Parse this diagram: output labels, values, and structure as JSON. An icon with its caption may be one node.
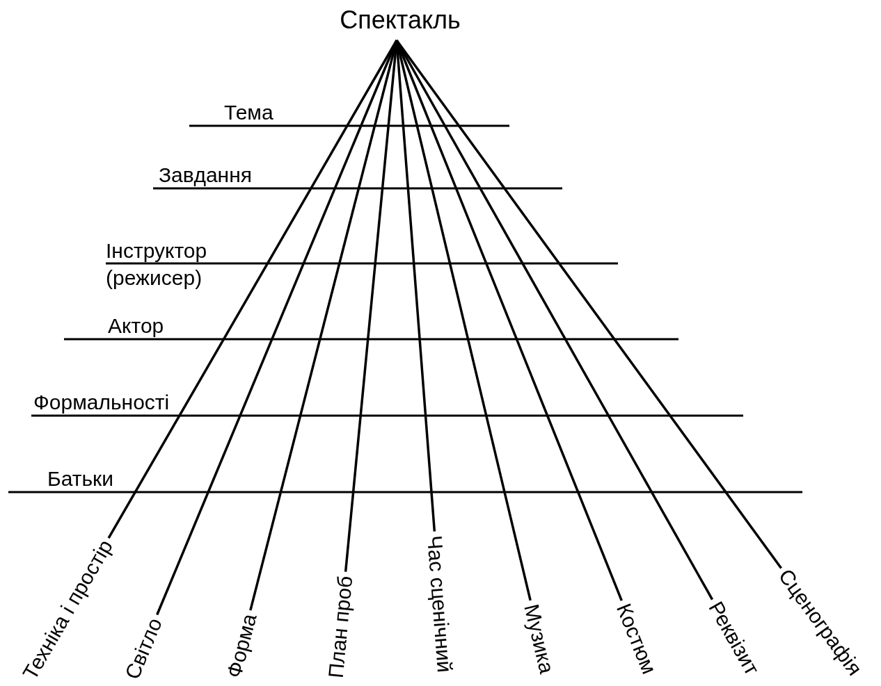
{
  "diagram": {
    "nodes": [
      {
        "text": [
          "Спектакль"
        ]
      },
      {
        "text": [
          "Техніка і простір"
        ]
      },
      {
        "text": [
          "Світло"
        ]
      },
      {
        "text": [
          "Форма"
        ]
      },
      {
        "text": [
          "План проб"
        ]
      },
      {
        "text": [
          "Час сценічний"
        ]
      },
      {
        "text": [
          "Музика"
        ]
      },
      {
        "text": [
          "Костюм"
        ]
      },
      {
        "text": [
          "Реквізит"
        ]
      },
      {
        "text": [
          "Сценографія"
        ]
      }
    ],
    "edges": [
      {
        "from": 0,
        "to": 1,
        "arrow": "none"
      },
      {
        "from": 0,
        "to": 2,
        "arrow": "none"
      },
      {
        "from": 0,
        "to": 3,
        "arrow": "none"
      },
      {
        "from": 0,
        "to": 4,
        "arrow": "none"
      },
      {
        "from": 0,
        "to": 5,
        "arrow": "none"
      },
      {
        "from": 0,
        "to": 6,
        "arrow": "none"
      },
      {
        "from": 0,
        "to": 7,
        "arrow": "none"
      },
      {
        "from": 0,
        "to": 8,
        "arrow": "none"
      },
      {
        "from": 0,
        "to": 9,
        "arrow": "none"
      }
    ],
    "labels": [
      "Тема",
      "Завдання",
      "Інструктор (режисер)",
      "Актор",
      "Формальності",
      "Батьки"
    ]
  }
}
